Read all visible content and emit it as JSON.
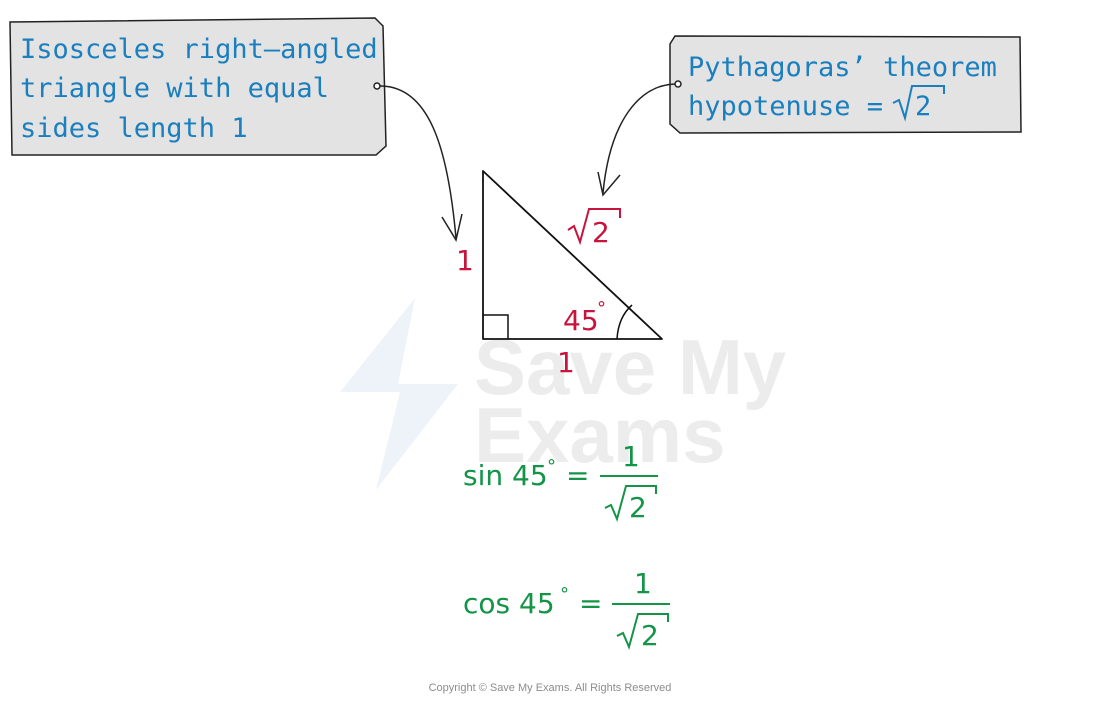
{
  "note_left": {
    "lines": [
      "Isosceles right–angled",
      "triangle with equal",
      "sides length 1"
    ]
  },
  "note_right": {
    "line1": "Pythagoras’ theorem",
    "line2_prefix": "hypotenuse =",
    "line2_root": "2"
  },
  "triangle": {
    "left_side": "1",
    "bottom_side": "1",
    "hypotenuse_root": "2",
    "angle": "45",
    "angle_unit": "°"
  },
  "formulas": {
    "sin": {
      "lhs": "sin 45",
      "deg": "°",
      "eq": "=",
      "num": "1",
      "root": "2"
    },
    "cos": {
      "lhs": "cos 45",
      "deg": "°",
      "eq": "=",
      "num": "1",
      "root": "2"
    }
  },
  "watermark": {
    "line1": "Save My",
    "line2": "Exams"
  },
  "copyright": "Copyright © Save My Exams. All Rights Reserved",
  "colors": {
    "note_text": "#1a7fbf",
    "red": "#c8143c",
    "green": "#139447",
    "note_bg": "#e3e3e3"
  }
}
